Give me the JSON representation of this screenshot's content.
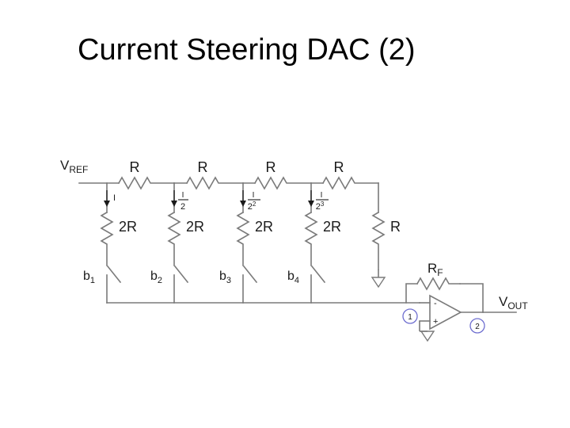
{
  "slide": {
    "title": "Current Steering DAC (2)",
    "background_color": "#ffffff",
    "title_color": "#000000"
  },
  "figure": {
    "name": "r-2r-ladder-current-steering-dac",
    "wire_color": "#7a7a7a",
    "label_color": "#1a1a1a",
    "node_marker_color": "#6f6fd0",
    "supply_label": "V",
    "supply_subscript": "REF",
    "output_label": "V",
    "output_subscript": "OUT",
    "series_resistors": [
      {
        "label": "R"
      },
      {
        "label": "R"
      },
      {
        "label": "R"
      },
      {
        "label": "R"
      }
    ],
    "shunt_resistors": [
      {
        "label": "2R"
      },
      {
        "label": "2R"
      },
      {
        "label": "2R"
      },
      {
        "label": "2R"
      }
    ],
    "termination_resistor": {
      "label": "R"
    },
    "feedback_resistor": {
      "label": "R",
      "subscript": "F"
    },
    "branch_currents": [
      {
        "numerator": "I",
        "denominator": "",
        "exponent": ""
      },
      {
        "numerator": "I",
        "denominator": "2",
        "exponent": ""
      },
      {
        "numerator": "I",
        "denominator": "2",
        "exponent": "2"
      },
      {
        "numerator": "I",
        "denominator": "2",
        "exponent": "3"
      }
    ],
    "bit_switches": [
      {
        "label": "b",
        "subscript": "1"
      },
      {
        "label": "b",
        "subscript": "2"
      },
      {
        "label": "b",
        "subscript": "3"
      },
      {
        "label": "b",
        "subscript": "4"
      }
    ],
    "node_markers": [
      {
        "label": "1"
      },
      {
        "label": "2"
      }
    ],
    "ground_symbols": [
      {
        "name": "termination-ground"
      },
      {
        "name": "opamp-noninverting-ground"
      }
    ],
    "opamp": {
      "inverting_input": "-",
      "noninverting_input": "+"
    }
  }
}
